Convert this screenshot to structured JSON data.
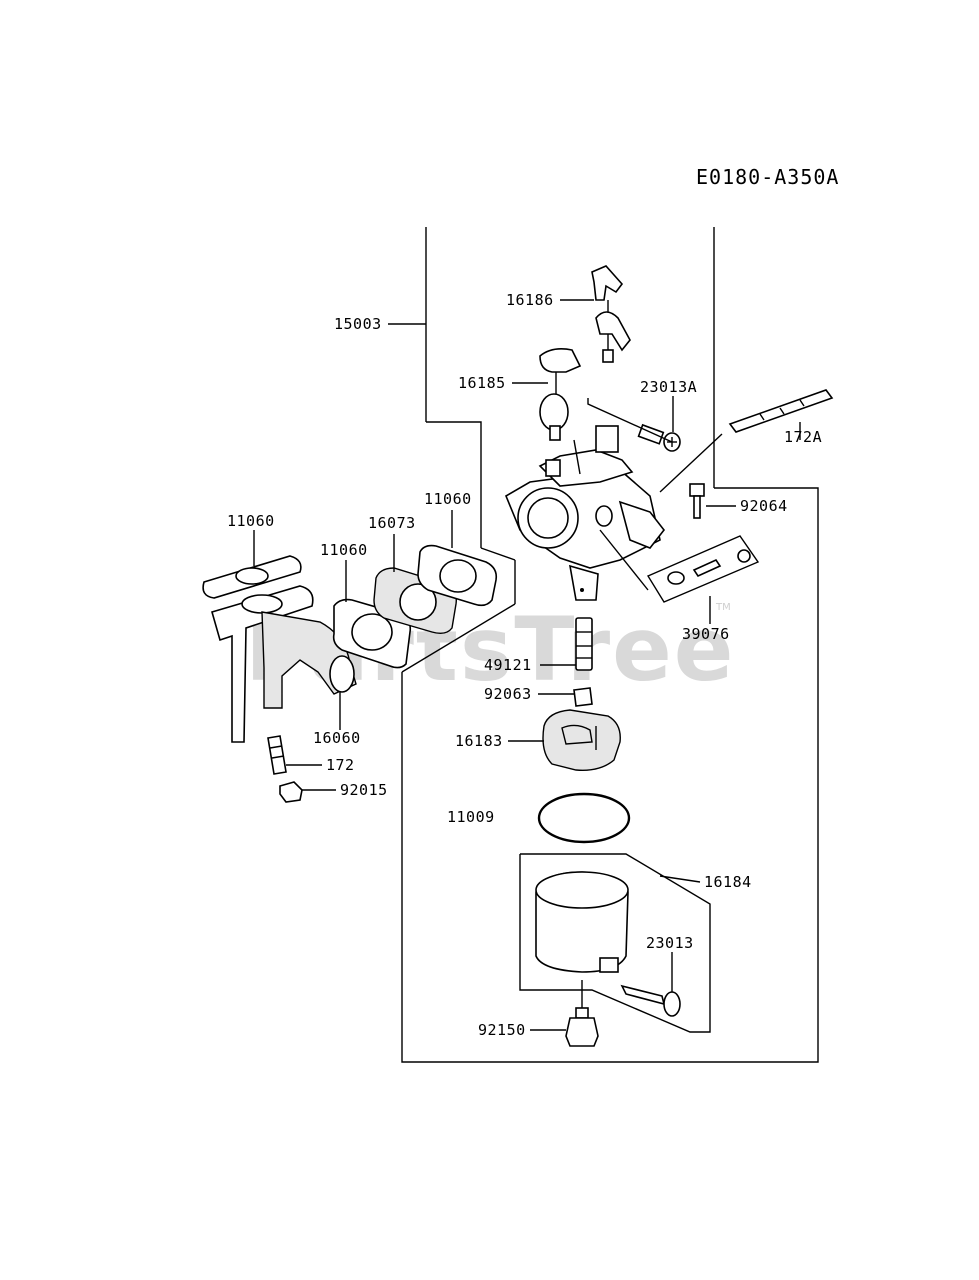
{
  "diagram_code": "E0180-A350A",
  "watermark": "PartsTree",
  "watermark_tm": "TM",
  "parts": {
    "p15003": "15003",
    "p16186": "16186",
    "p16185": "16185",
    "p23013a": "23013A",
    "p172a": "172A",
    "p92064": "92064",
    "p11060_left": "11060",
    "p16073": "16073",
    "p11060_top": "11060",
    "p11060_mid": "11060",
    "p39076": "39076",
    "p49121": "49121",
    "p92063": "92063",
    "p16060": "16060",
    "p16183": "16183",
    "p172": "172",
    "p92015": "92015",
    "p11009": "11009",
    "p16184": "16184",
    "p23013": "23013",
    "p92150": "92150"
  }
}
